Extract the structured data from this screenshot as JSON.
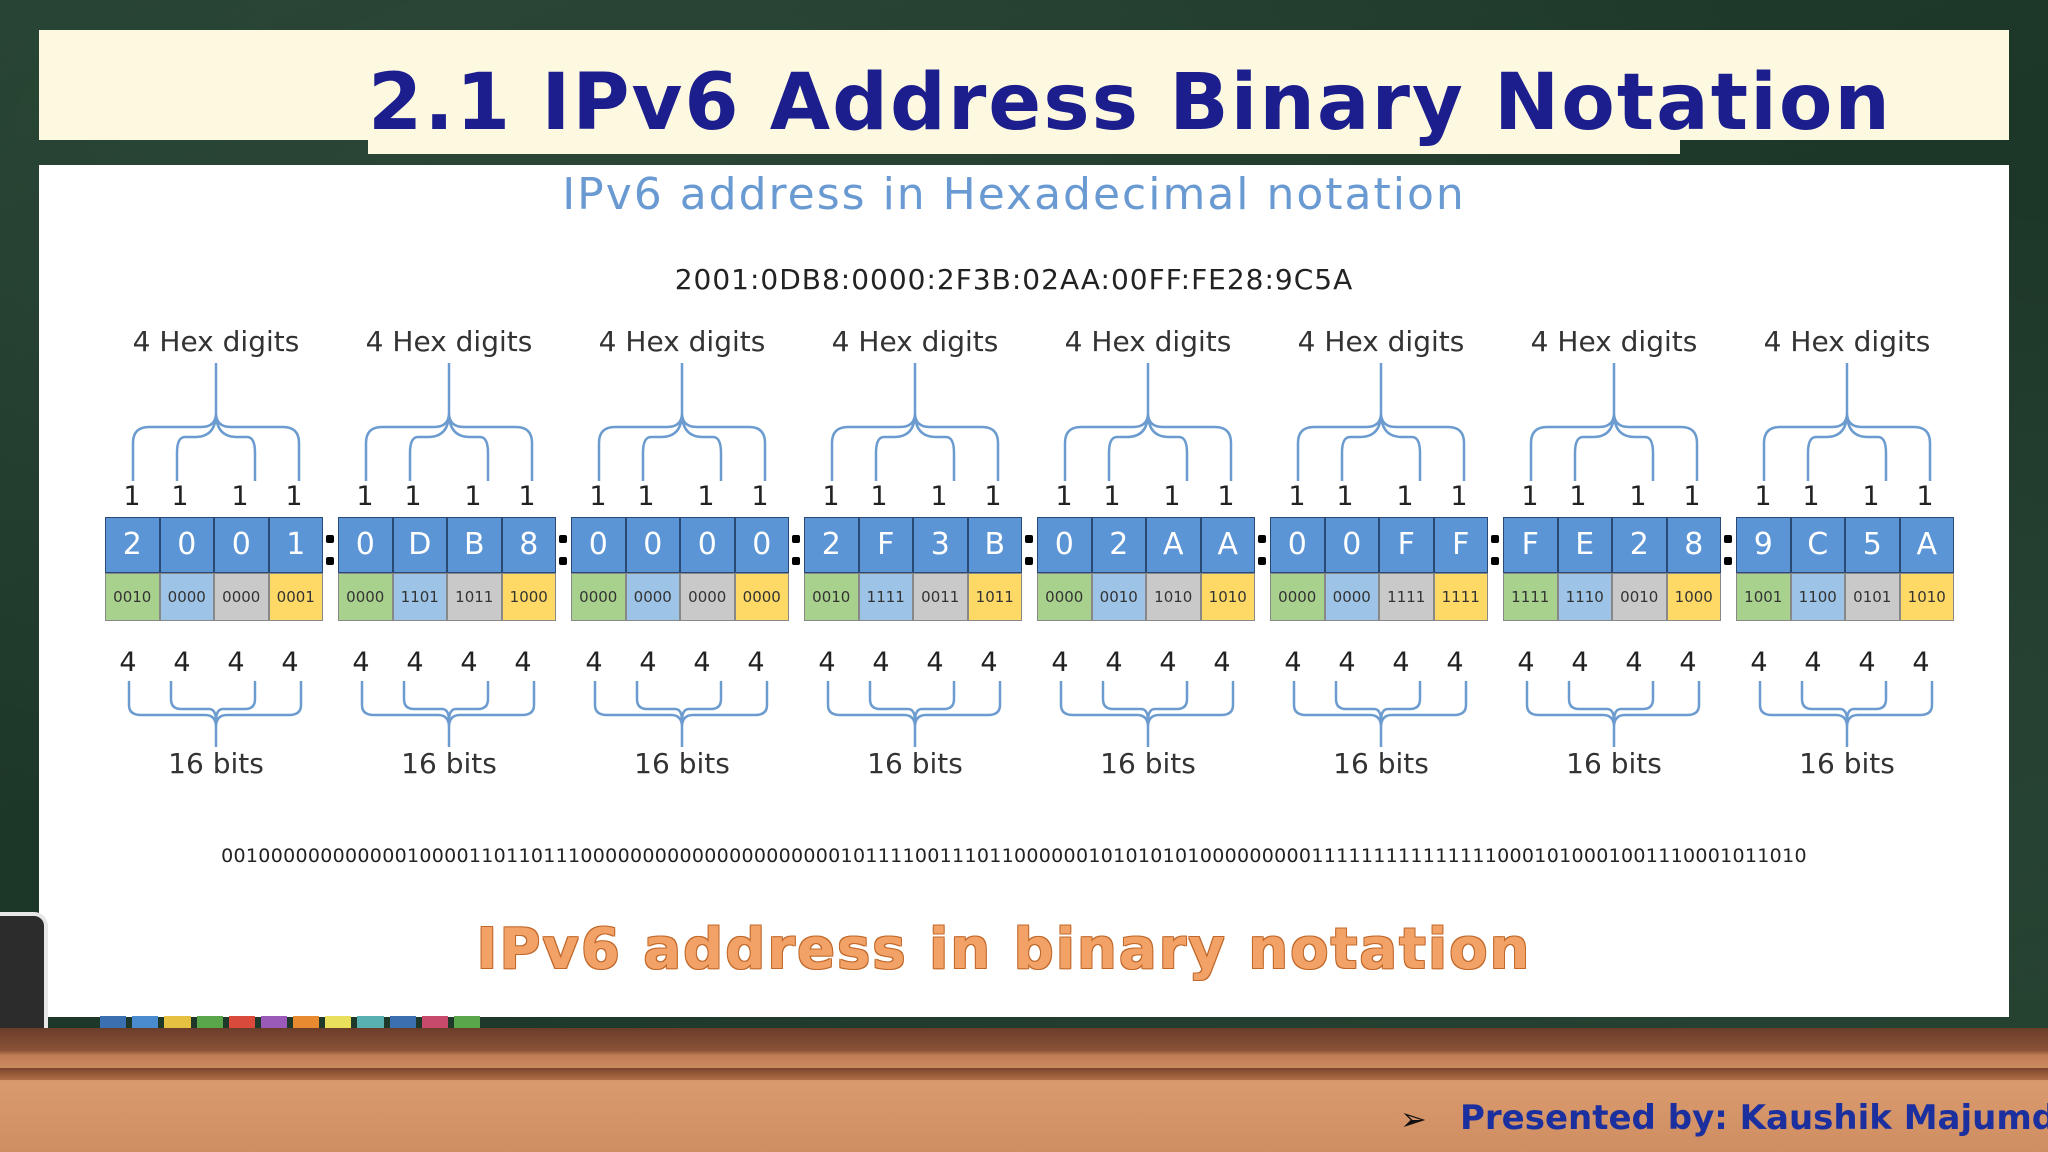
{
  "slide": {
    "title": "2.1 IPv6 Address Binary Notation",
    "footer": "Presented by: Kaushik Majumder",
    "footer_arrow": "➢"
  },
  "diagram": {
    "subtitle": "IPv6 address in Hexadecimal notation",
    "hex_address": "2001:0DB8:0000:2F3B:02AA:00FF:FE28:9C5A",
    "groups": [
      {
        "hex_label": "4 Hex digits",
        "ones": [
          "1",
          "1",
          "1",
          "1"
        ],
        "hex": [
          "2",
          "0",
          "0",
          "1"
        ],
        "bin": [
          "0010",
          "0000",
          "0000",
          "0001"
        ],
        "fours": [
          "4",
          "4",
          "4",
          "4"
        ],
        "bits_label": "16 bits"
      },
      {
        "hex_label": "4 Hex digits",
        "ones": [
          "1",
          "1",
          "1",
          "1"
        ],
        "hex": [
          "0",
          "D",
          "B",
          "8"
        ],
        "bin": [
          "0000",
          "1101",
          "1011",
          "1000"
        ],
        "fours": [
          "4",
          "4",
          "4",
          "4"
        ],
        "bits_label": "16 bits"
      },
      {
        "hex_label": "4 Hex digits",
        "ones": [
          "1",
          "1",
          "1",
          "1"
        ],
        "hex": [
          "0",
          "0",
          "0",
          "0"
        ],
        "bin": [
          "0000",
          "0000",
          "0000",
          "0000"
        ],
        "fours": [
          "4",
          "4",
          "4",
          "4"
        ],
        "bits_label": "16 bits"
      },
      {
        "hex_label": "4 Hex digits",
        "ones": [
          "1",
          "1",
          "1",
          "1"
        ],
        "hex": [
          "2",
          "F",
          "3",
          "B"
        ],
        "bin": [
          "0010",
          "1111",
          "0011",
          "1011"
        ],
        "fours": [
          "4",
          "4",
          "4",
          "4"
        ],
        "bits_label": "16 bits"
      },
      {
        "hex_label": "4 Hex digits",
        "ones": [
          "1",
          "1",
          "1",
          "1"
        ],
        "hex": [
          "0",
          "2",
          "A",
          "A"
        ],
        "bin": [
          "0000",
          "0010",
          "1010",
          "1010"
        ],
        "fours": [
          "4",
          "4",
          "4",
          "4"
        ],
        "bits_label": "16 bits"
      },
      {
        "hex_label": "4 Hex digits",
        "ones": [
          "1",
          "1",
          "1",
          "1"
        ],
        "hex": [
          "0",
          "0",
          "F",
          "F"
        ],
        "bin": [
          "0000",
          "0000",
          "1111",
          "1111"
        ],
        "fours": [
          "4",
          "4",
          "4",
          "4"
        ],
        "bits_label": "16 bits"
      },
      {
        "hex_label": "4 Hex digits",
        "ones": [
          "1",
          "1",
          "1",
          "1"
        ],
        "hex": [
          "F",
          "E",
          "2",
          "8"
        ],
        "bin": [
          "1111",
          "1110",
          "0010",
          "1000"
        ],
        "fours": [
          "4",
          "4",
          "4",
          "4"
        ],
        "bits_label": "16 bits"
      },
      {
        "hex_label": "4 Hex digits",
        "ones": [
          "1",
          "1",
          "1",
          "1"
        ],
        "hex": [
          "9",
          "C",
          "5",
          "A"
        ],
        "bin": [
          "1001",
          "1100",
          "0101",
          "1010"
        ],
        "fours": [
          "4",
          "4",
          "4",
          "4"
        ],
        "bits_label": "16 bits"
      }
    ],
    "binary_address": "00100000000000010000110110111000000000000000000000101111001110110000001010101010000000001111111111111110001010001001110001011010",
    "binary_title": "IPv6 address in binary notation"
  },
  "colors": {
    "title": "#1b1e8c",
    "hex_cell": "#5b95d6",
    "bin_cells": [
      "#a9d18e",
      "#9dc3e6",
      "#c9c9c9",
      "#ffd966"
    ],
    "bracket": "#6c9ccf",
    "binary_title": "#f3a267"
  }
}
